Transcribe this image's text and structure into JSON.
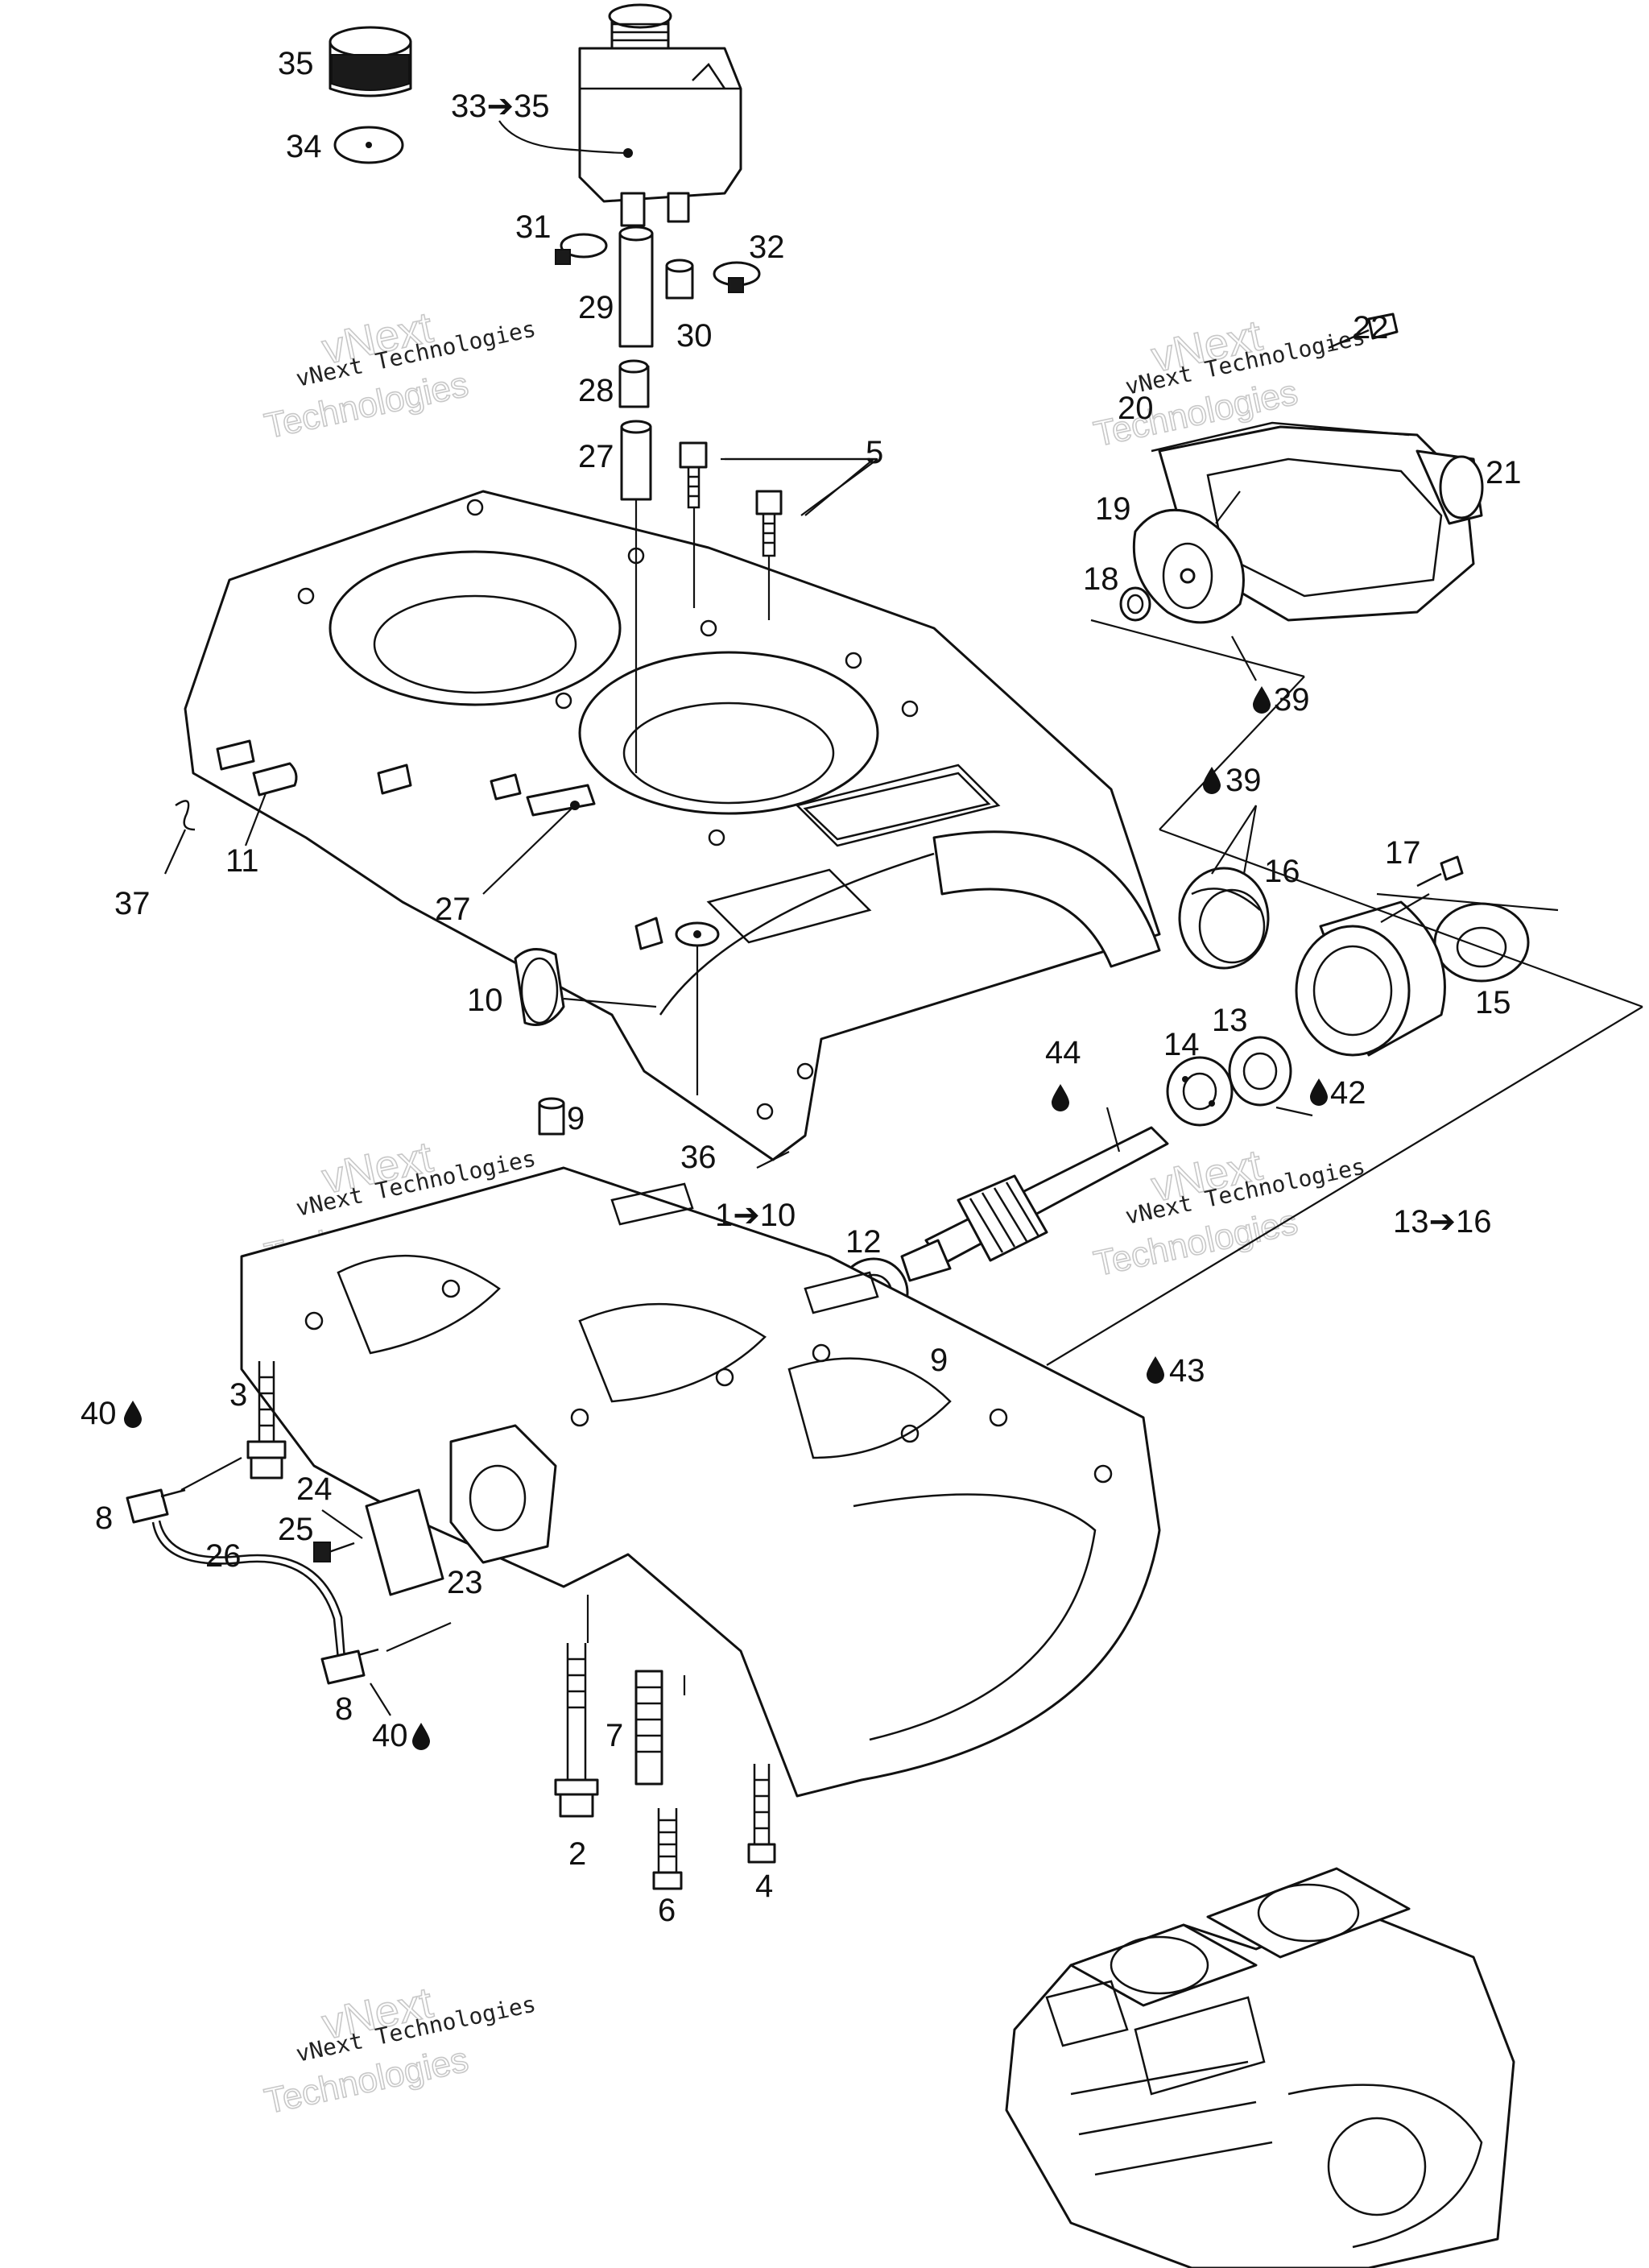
{
  "callouts": [
    {
      "id": "c35",
      "text": "35"
    },
    {
      "id": "c34",
      "text": "34"
    },
    {
      "id": "c33",
      "text": "33➔35"
    },
    {
      "id": "c31",
      "text": "31"
    },
    {
      "id": "c32",
      "text": "32"
    },
    {
      "id": "c29",
      "text": "29"
    },
    {
      "id": "c30",
      "text": "30"
    },
    {
      "id": "c28",
      "text": "28"
    },
    {
      "id": "c27a",
      "text": "27"
    },
    {
      "id": "c5",
      "text": "5"
    },
    {
      "id": "c22",
      "text": "22"
    },
    {
      "id": "c20",
      "text": "20"
    },
    {
      "id": "c21",
      "text": "21"
    },
    {
      "id": "c19",
      "text": "19"
    },
    {
      "id": "c18",
      "text": "18"
    },
    {
      "id": "c39a",
      "text": "39"
    },
    {
      "id": "c39b",
      "text": "39"
    },
    {
      "id": "c16",
      "text": "16"
    },
    {
      "id": "c17",
      "text": "17"
    },
    {
      "id": "c15",
      "text": "15"
    },
    {
      "id": "c11",
      "text": "11"
    },
    {
      "id": "c37",
      "text": "37"
    },
    {
      "id": "c27b",
      "text": "27"
    },
    {
      "id": "c10",
      "text": "10"
    },
    {
      "id": "c44",
      "text": "44"
    },
    {
      "id": "c14",
      "text": "14"
    },
    {
      "id": "c13",
      "text": "13"
    },
    {
      "id": "c42",
      "text": "42"
    },
    {
      "id": "c9a",
      "text": "9"
    },
    {
      "id": "c36",
      "text": "36"
    },
    {
      "id": "c1to10",
      "text": "1➔10"
    },
    {
      "id": "c13to16",
      "text": "13➔16"
    },
    {
      "id": "c12",
      "text": "12"
    },
    {
      "id": "c9b",
      "text": "9"
    },
    {
      "id": "c43",
      "text": "43"
    },
    {
      "id": "c3",
      "text": "3"
    },
    {
      "id": "c40a",
      "text": "40"
    },
    {
      "id": "c8a",
      "text": "8"
    },
    {
      "id": "c24",
      "text": "24"
    },
    {
      "id": "c25",
      "text": "25"
    },
    {
      "id": "c26",
      "text": "26"
    },
    {
      "id": "c23",
      "text": "23"
    },
    {
      "id": "c8b",
      "text": "8"
    },
    {
      "id": "c40b",
      "text": "40"
    },
    {
      "id": "c7",
      "text": "7"
    },
    {
      "id": "c2",
      "text": "2"
    },
    {
      "id": "c6",
      "text": "6"
    },
    {
      "id": "c4",
      "text": "4"
    }
  ],
  "watermarks": {
    "line1": "vNext Technologies",
    "outline_top": "vNext",
    "outline_bottom": "Technologies"
  },
  "icons": {
    "oil_drop": "oil-drop-icon"
  }
}
